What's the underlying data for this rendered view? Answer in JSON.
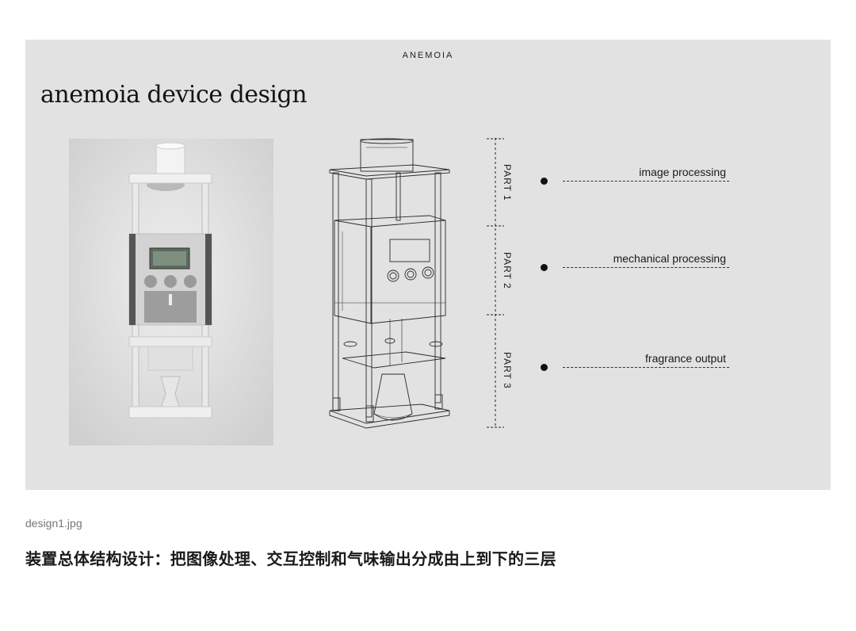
{
  "slide": {
    "brand": "ANEMOIA",
    "title": "anemoia device design",
    "parts": [
      "PART 1",
      "PART 2",
      "PART 3"
    ],
    "callouts": [
      "image  processing",
      "mechanical processing",
      "fragrance output"
    ]
  },
  "file": {
    "name": "design1.jpg",
    "caption": "装置总体结构设计：把图像处理、交互控制和气味输出分成由上到下的三层"
  }
}
